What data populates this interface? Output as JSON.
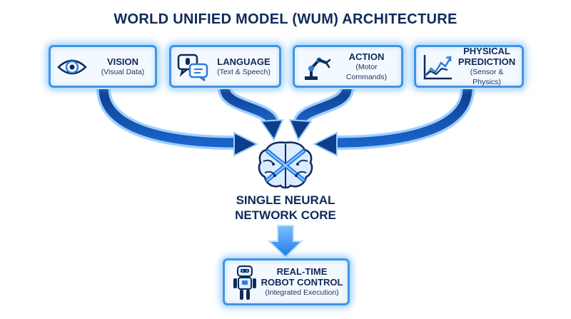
{
  "title": "WORLD UNIFIED MODEL (WUM) ARCHITECTURE",
  "inputs": [
    {
      "heading": "VISION",
      "sub": "(Visual Data)",
      "icon": "eye-icon"
    },
    {
      "heading": "LANGUAGE",
      "sub": "(Text & Speech)",
      "icon": "speech-bubbles-icon"
    },
    {
      "heading": "ACTION",
      "sub": "(Motor Commands)",
      "icon": "robot-arm-icon"
    },
    {
      "heading_line1": "PHYSICAL",
      "heading_line2": "PREDICTION",
      "sub": "(Sensor & Physics)",
      "icon": "line-chart-icon"
    }
  ],
  "core": {
    "line1": "SINGLE NEURAL",
    "line2": "NETWORK CORE",
    "icon": "neural-brain-icon"
  },
  "output": {
    "heading_line1": "REAL-TIME",
    "heading_line2": "ROBOT CONTROL",
    "sub": "(Integrated Execution)",
    "icon": "robot-icon"
  },
  "colors": {
    "navy": "#0e2a5a",
    "accent": "#3f95e6",
    "arrow_dark": "#0f3d8c",
    "arrow_light": "#2f8df0"
  }
}
